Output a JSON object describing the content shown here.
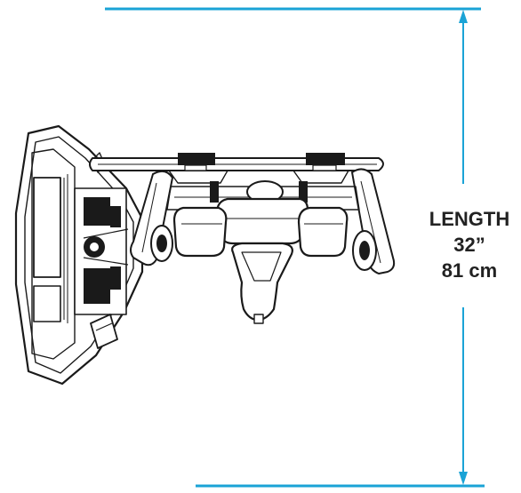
{
  "dimension": {
    "label": "LENGTH",
    "imperial": "32”",
    "metric": "81 cm"
  },
  "colors": {
    "dimension_line": "#1aa3d6",
    "line_art": "#1a1a1a",
    "text": "#222222"
  }
}
